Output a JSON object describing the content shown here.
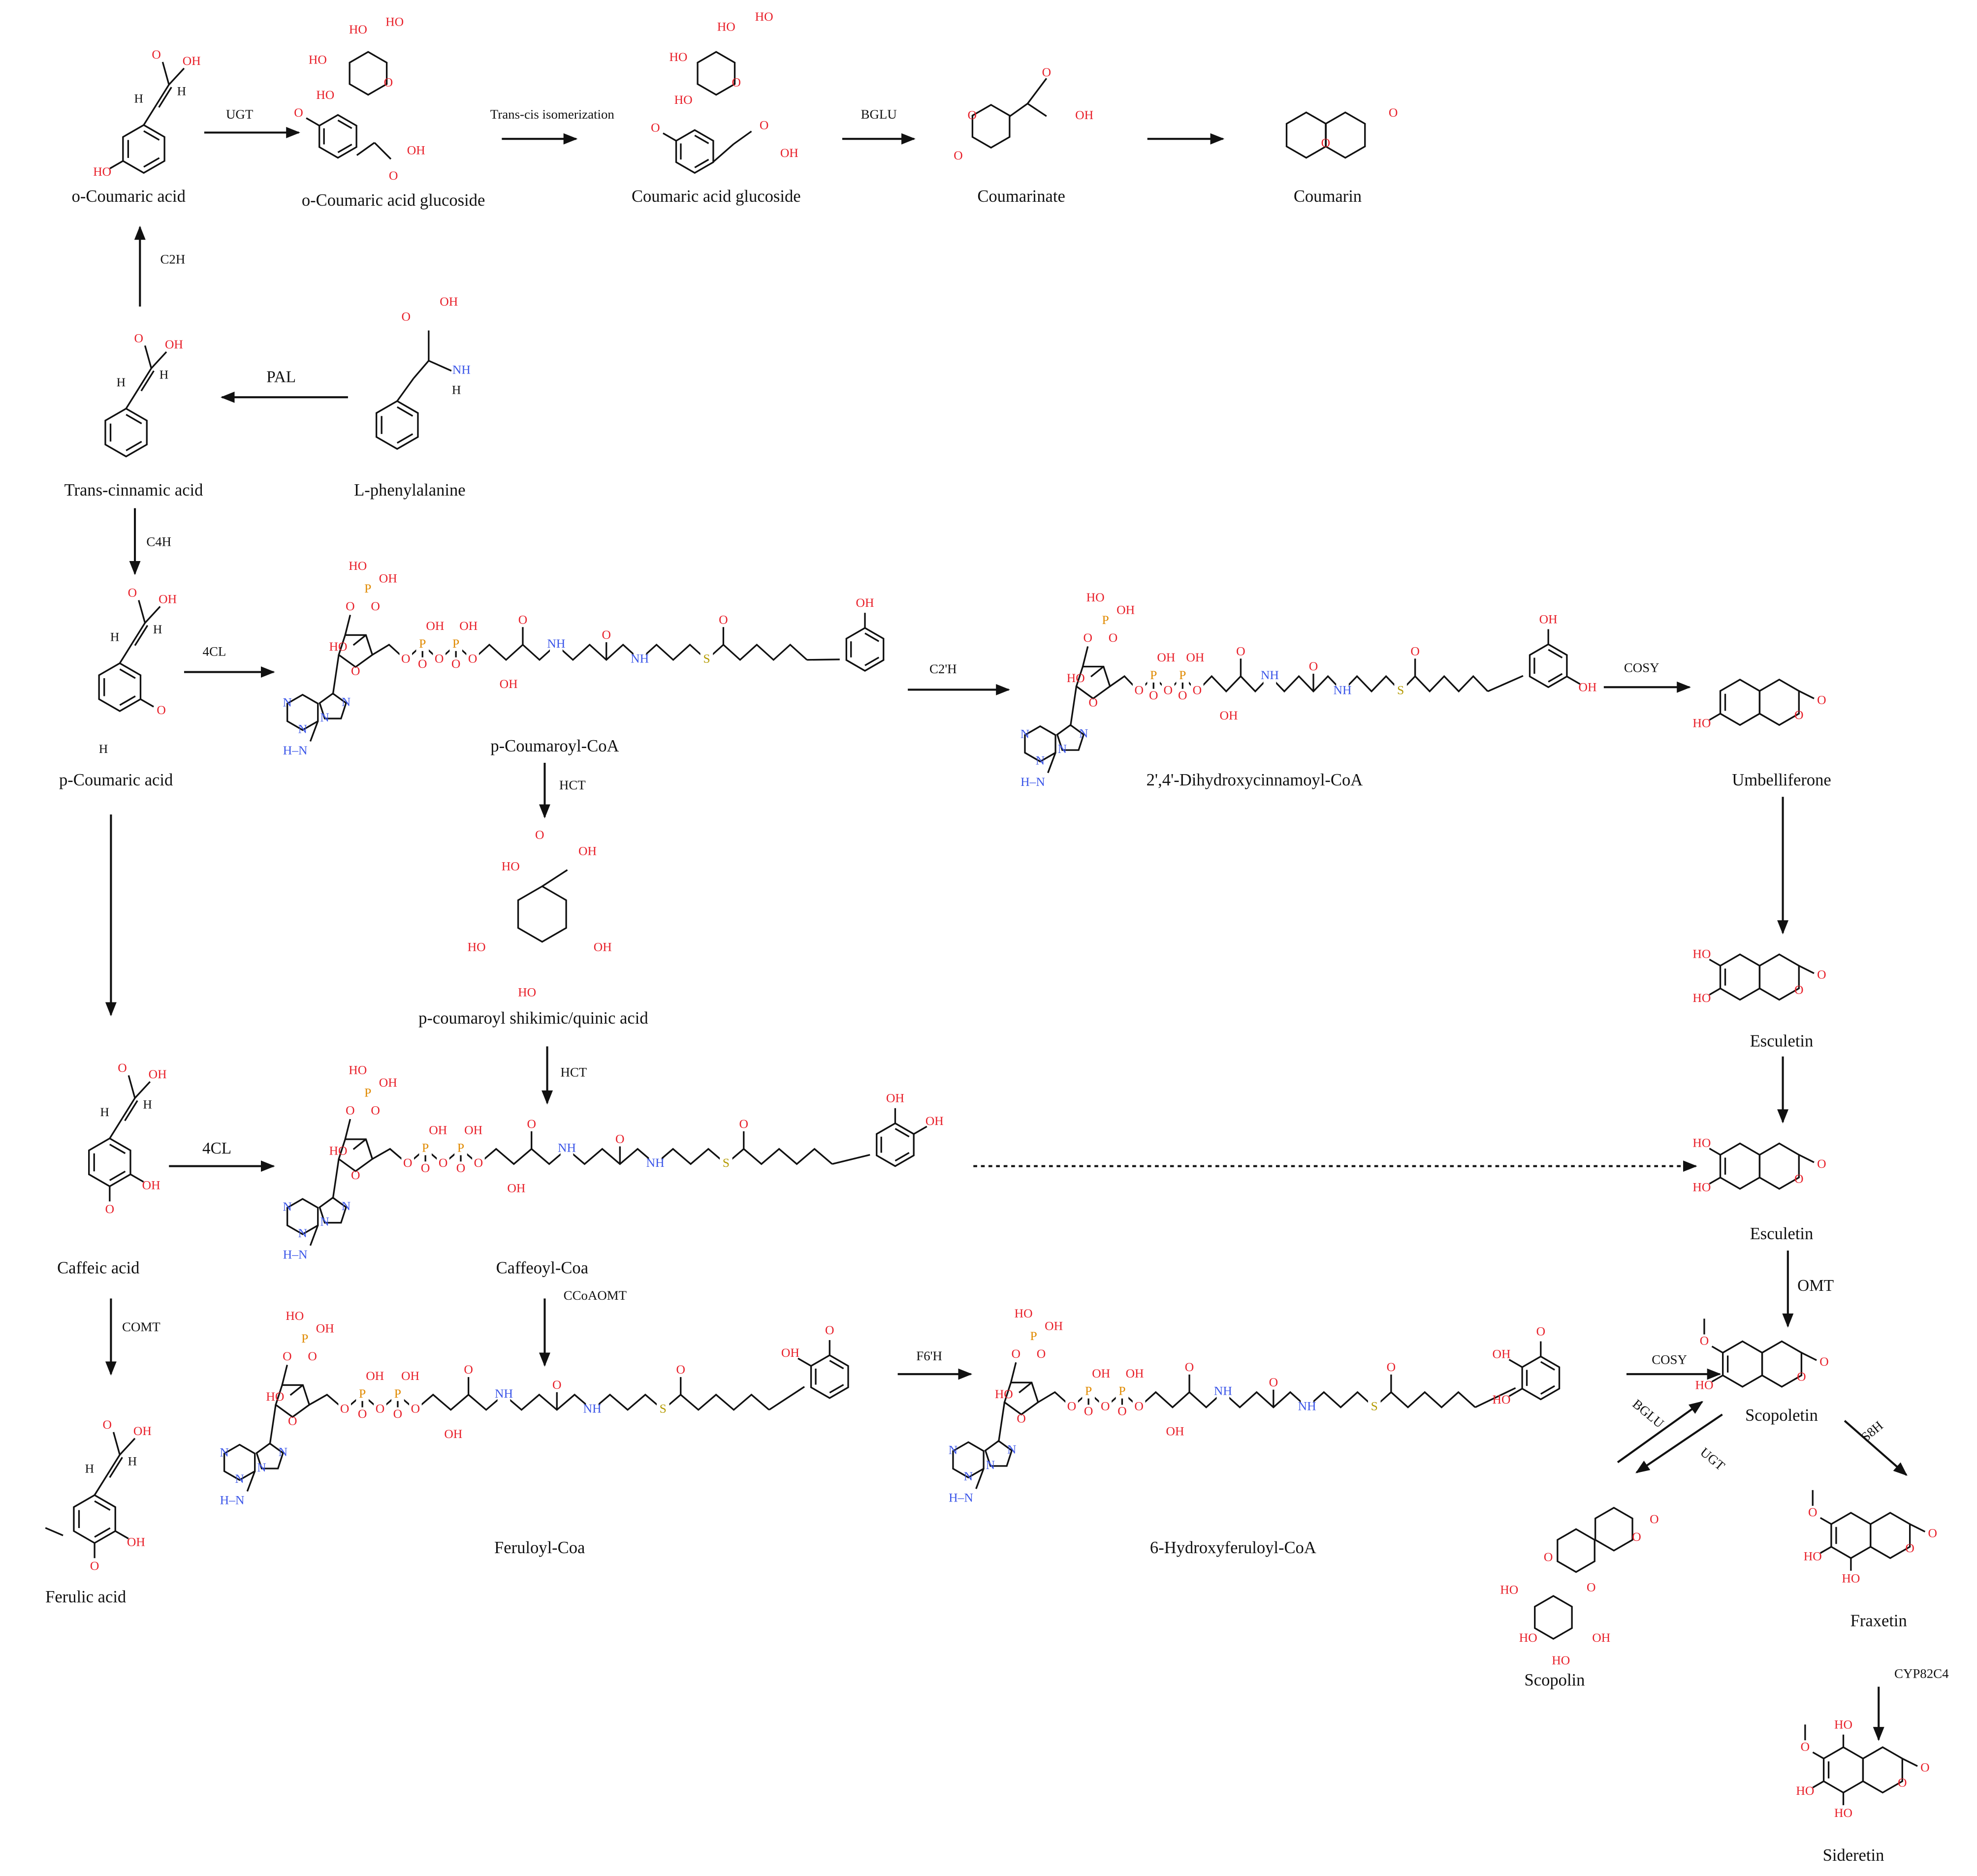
{
  "compounds": {
    "o_coumaric_acid": "o-Coumaric acid",
    "o_coumaric_acid_glucoside": "o-Coumaric acid glucoside",
    "coumaric_acid_glucoside": "Coumaric acid glucoside",
    "coumarinate": "Coumarinate",
    "coumarin": "Coumarin",
    "trans_cinnamic_acid": "Trans-cinnamic acid",
    "l_phenylalanine": "L-phenylalanine",
    "p_coumaric_acid": "p-Coumaric acid",
    "p_coumaroyl_coa": "p-Coumaroyl-CoA",
    "dihydroxycinnamoyl_coa": "2',4'-Dihydroxycinnamoyl-CoA",
    "umbelliferone": "Umbelliferone",
    "p_coumaroyl_shikimic": "p-coumaroyl shikimic/quinic acid",
    "esculetin_1": "Esculetin",
    "caffeic_acid": "Caffeic acid",
    "caffeoyl_coa": "Caffeoyl-Coa",
    "esculetin_2": "Esculetin",
    "scopoletin": "Scopoletin",
    "ferulic_acid": "Ferulic acid",
    "feruloyl_coa": "Feruloyl-Coa",
    "hydroxyferuloyl_coa": "6-Hydroxyferuloyl-CoA",
    "scopolin": "Scopolin",
    "fraxetin": "Fraxetin",
    "sideretin": "Sideretin"
  },
  "enzymes": {
    "ugt_1": "UGT",
    "trans_cis": "Trans-cis isomerization",
    "bglu_1": "BGLU",
    "c2h": "C2H",
    "pal": "PAL",
    "c4h": "C4H",
    "fourcl_1": "4CL",
    "c2prime_h": "C2'H",
    "cosy_1": "COSY",
    "hct_1": "HCT",
    "hct_2": "HCT",
    "fourcl_2": "4CL",
    "ccoaomt": "CCoAOMT",
    "omt": "OMT",
    "comt": "COMT",
    "f6prime_h": "F6'H",
    "cosy_2": "COSY",
    "bglu_2": "BGLU",
    "ugt_2": "UGT",
    "s8h": "S8H",
    "cyp82c4": "CYP82C4"
  },
  "atoms": {
    "O": "O",
    "OH": "OH",
    "HO": "HO",
    "H": "H",
    "N": "N",
    "P": "P",
    "S": "S",
    "NH": "NH",
    "HN": "H–N"
  },
  "colors": {
    "oxygen": "#e8202a",
    "nitrogen": "#3a55e8",
    "phosphorus": "#e08a00",
    "sulfur": "#b49a00",
    "bond": "#111111"
  }
}
